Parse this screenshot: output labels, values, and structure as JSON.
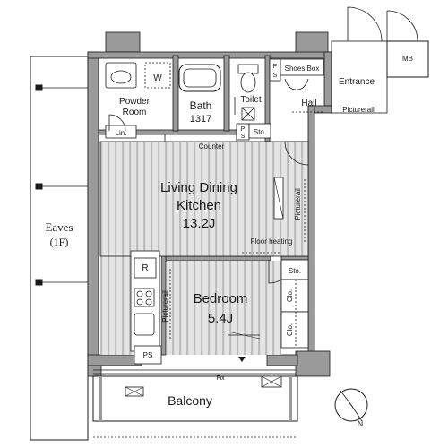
{
  "rooms": {
    "eaves": {
      "name": "Eaves",
      "floor": "(1F)"
    },
    "powder_room": {
      "line1": "Powder",
      "line2": "Room"
    },
    "bath": {
      "name": "Bath",
      "size": "1317"
    },
    "toilet": "Toilet",
    "shoes_box": "Shoes Box",
    "entrance": "Entrance",
    "hall": "Hall",
    "mb": "MB",
    "ldk": {
      "line1": "Living Dining",
      "line2": "Kitchen",
      "size": "13.2J"
    },
    "bedroom": {
      "name": "Bedroom",
      "size": "5.4J"
    },
    "balcony": "Balcony"
  },
  "labels": {
    "w": "W",
    "lin": "Lin.",
    "sto_top": "Sto.",
    "sto_right": "Sto.",
    "clo_upper": "Clo.",
    "clo_lower": "Clo.",
    "counter": "Counter",
    "picturerail_hall": "Picturerail",
    "picturerail_ldk": "Picturerail",
    "picturerail_bed": "Picturerail",
    "floor_heating": "Floor heating",
    "ps_top_p": "P",
    "ps_top_s": "S",
    "ps_mid_p": "P",
    "ps_mid_s": "S",
    "ps_bottom": "PS",
    "r": "R",
    "fix": "Fix",
    "compass": "N"
  },
  "colors": {
    "wall": "#9a9a9a",
    "line": "#1a1a1a",
    "floor_stripe": "#b8b8b8",
    "floor_base": "#e2e2e2"
  }
}
